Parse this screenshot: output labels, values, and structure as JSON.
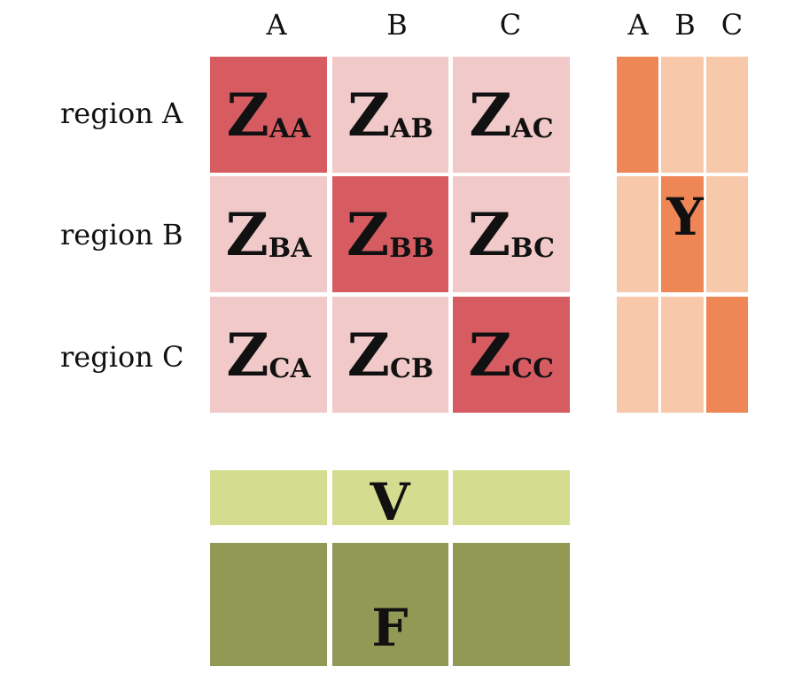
{
  "column_headers": [
    "A",
    "B",
    "C"
  ],
  "y_column_headers": [
    "A",
    "B",
    "C"
  ],
  "row_headers": [
    "region A",
    "region B",
    "region C"
  ],
  "z_matrix": {
    "cells": [
      [
        {
          "main": "Z",
          "sub": "AA",
          "diagonal": true
        },
        {
          "main": "Z",
          "sub": "AB",
          "diagonal": false
        },
        {
          "main": "Z",
          "sub": "AC",
          "diagonal": false
        }
      ],
      [
        {
          "main": "Z",
          "sub": "BA",
          "diagonal": false
        },
        {
          "main": "Z",
          "sub": "BB",
          "diagonal": true
        },
        {
          "main": "Z",
          "sub": "BC",
          "diagonal": false
        }
      ],
      [
        {
          "main": "Z",
          "sub": "CA",
          "diagonal": false
        },
        {
          "main": "Z",
          "sub": "CB",
          "diagonal": false
        },
        {
          "main": "Z",
          "sub": "CC",
          "diagonal": true
        }
      ]
    ]
  },
  "y_matrix": {
    "label": "Y"
  },
  "v_row": {
    "label": "V"
  },
  "f_row": {
    "label": "F"
  },
  "colors": {
    "z_diagonal": "#d65c62",
    "z_offdiagonal": "#f1c9c9",
    "y_diagonal": "#ee8655",
    "y_offdiagonal": "#f7c9aa",
    "v_fill": "#d4dc8f",
    "f_fill": "#919955"
  }
}
